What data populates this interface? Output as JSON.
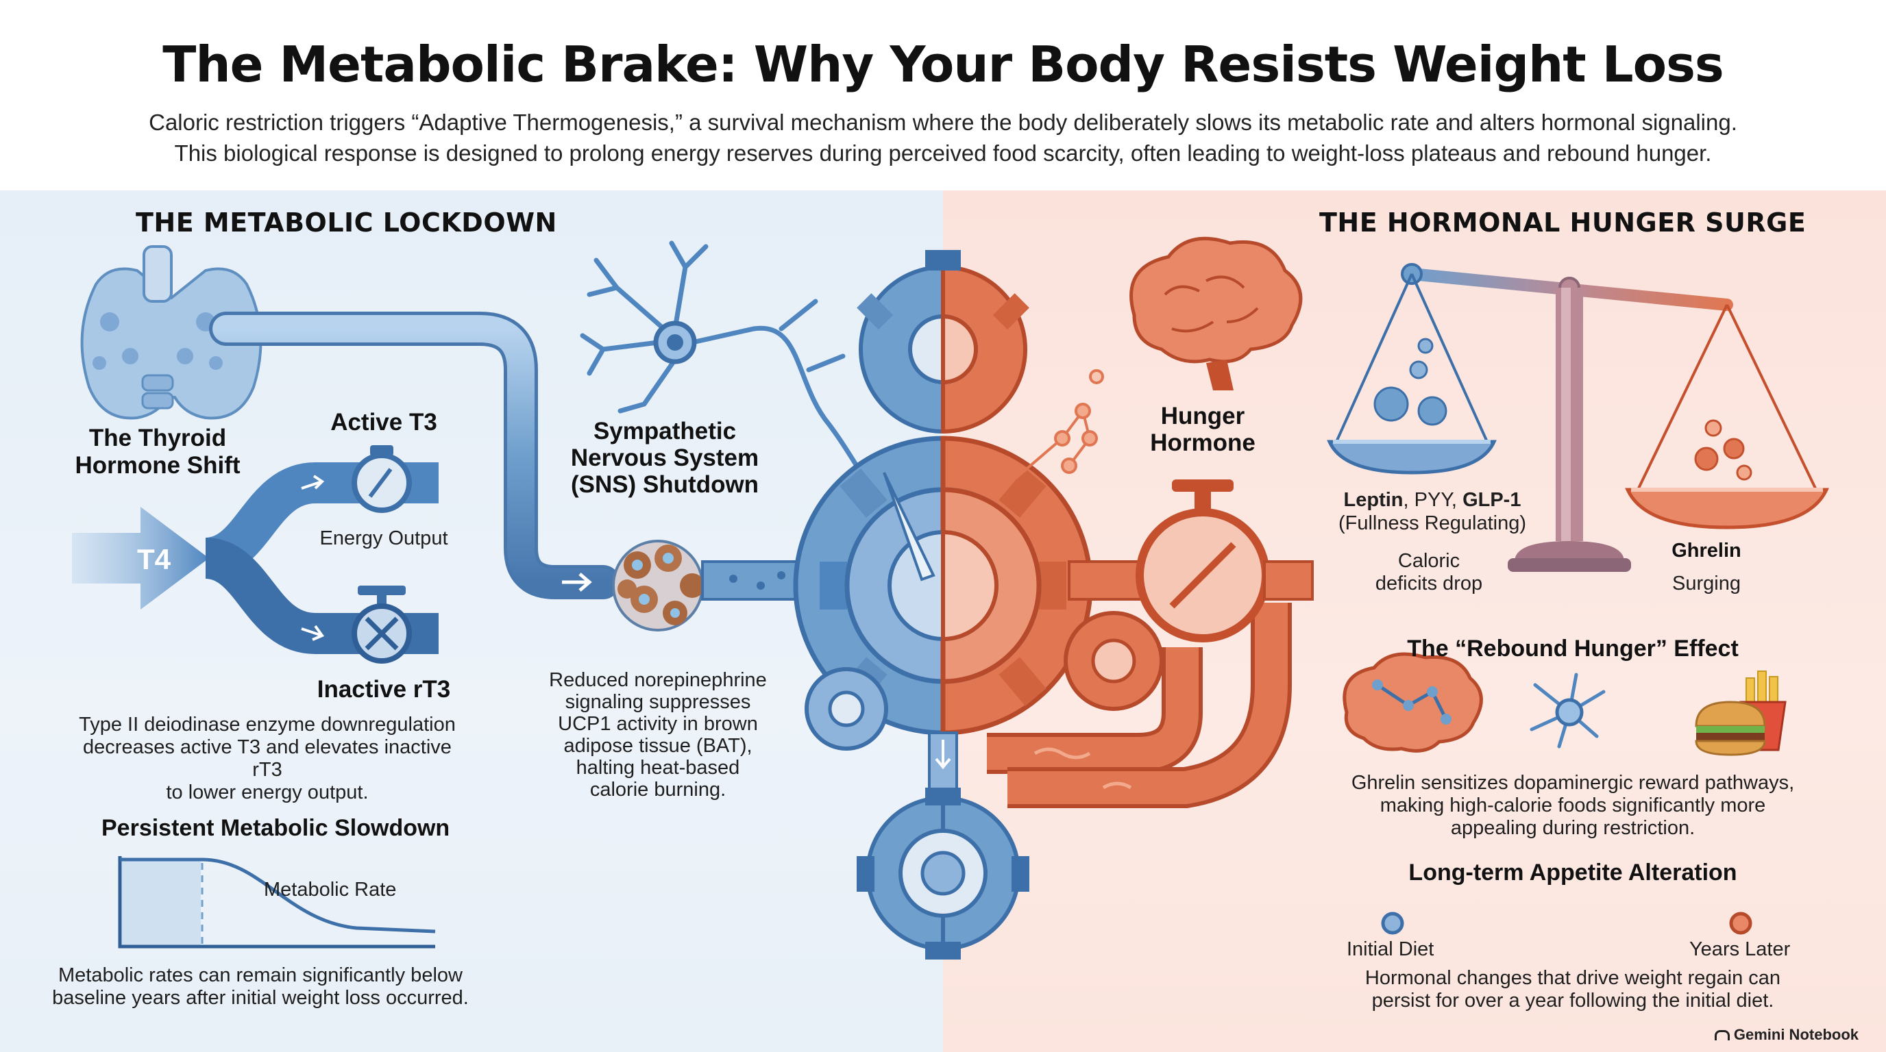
{
  "title": "The Metabolic Brake: Why Your Body Resists Weight Loss",
  "subtitle_line1": "Caloric restriction triggers “Adaptive Thermogenesis,” a survival mechanism where the body deliberately slows its metabolic rate and alters hormonal signaling.",
  "subtitle_line2": "This biological response is designed to prolong energy reserves during perceived food scarcity, often leading to weight-loss plateaus and rebound hunger.",
  "left": {
    "section_title": "THE METABOLIC LOCKDOWN",
    "thyroid_label_1": "The Thyroid",
    "thyroid_label_2": "Hormone Shift",
    "active_t3": "Active T3",
    "energy_output": "Energy Output",
    "t4": "T4",
    "inactive_rt3": "Inactive rT3",
    "deiodinase_1": "Type II deiodinase enzyme downregulation",
    "deiodinase_2": "decreases active T3 and elevates inactive rT3",
    "deiodinase_3": "to lower energy output.",
    "slowdown_title": "Persistent Metabolic Slowdown",
    "metabolic_rate": "Metabolic Rate",
    "slowdown_desc_1": "Metabolic rates can remain significantly below",
    "slowdown_desc_2": "baseline years after initial weight loss occurred.",
    "sns_1": "Sympathetic",
    "sns_2": "Nervous System",
    "sns_3": "(SNS) Shutdown",
    "nor_1": "Reduced norepinephrine",
    "nor_2": "signaling suppresses",
    "nor_3": "UCP1 activity in brown",
    "nor_4": "adipose tissue (BAT),",
    "nor_5": "halting heat-based",
    "nor_6": "calorie burning."
  },
  "right": {
    "section_title": "THE HORMONAL HUNGER SURGE",
    "hunger_1": "Hunger",
    "hunger_2": "Hormone",
    "leptin": "Leptin",
    "pyy": ", PYY, ",
    "glp1": "GLP-1",
    "fullness": "(Fullness Regulating)",
    "caloric_1": "Caloric",
    "caloric_2": "deficits drop",
    "ghrelin": "Ghrelin",
    "surging": "Surging",
    "rebound_title": "The “Rebound Hunger” Effect",
    "rebound_1": "Ghrelin sensitizes dopaminergic reward pathways,",
    "rebound_2": "making high-calorie foods significantly more",
    "rebound_3": "appealing during restriction.",
    "longterm_title": "Long-term Appetite Alteration",
    "initial_diet": "Initial Diet",
    "years_later": "Years Later",
    "longterm_1": "Hormonal changes that drive weight regain can",
    "longterm_2": "persist for over a year following the initial diet."
  },
  "brand": "Gemini Notebook",
  "colors": {
    "blue_dark": "#3d6fa8",
    "blue_mid": "#6f9fcd",
    "blue_light": "#a9c8e6",
    "orange_dark": "#c4502e",
    "orange_mid": "#e07752",
    "orange_light": "#f2a98c"
  }
}
